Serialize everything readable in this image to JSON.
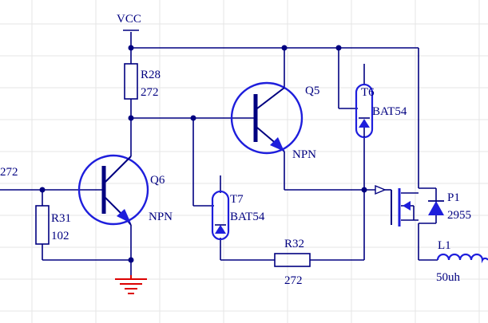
{
  "colors": {
    "wire": "#000080",
    "device": "#1e1edc",
    "ground": "#dc0000",
    "background": "#ffffff",
    "grid": "#dcdcdc"
  },
  "power": {
    "vcc": "VCC"
  },
  "edge_label": "272",
  "components": {
    "r28": {
      "ref": "R28",
      "value": "272"
    },
    "r31": {
      "ref": "R31",
      "value": "102"
    },
    "r32": {
      "ref": "R32",
      "value": "272"
    },
    "q5": {
      "ref": "Q5",
      "type": "NPN"
    },
    "q6": {
      "ref": "Q6",
      "type": "NPN"
    },
    "t6": {
      "ref": "T6",
      "part": "BAT54"
    },
    "t7": {
      "ref": "T7",
      "part": "BAT54"
    },
    "p1": {
      "ref": "P1",
      "part": "2955"
    },
    "l1": {
      "ref": "L1",
      "value": "50uh"
    }
  },
  "icons": {
    "ground": "ground-icon",
    "vcc": "vcc-arrow-icon",
    "npn": "npn-transistor-icon",
    "diode": "diode-icon",
    "mosfet": "mosfet-icon",
    "inductor": "inductor-icon",
    "resistor": "resistor-icon"
  }
}
